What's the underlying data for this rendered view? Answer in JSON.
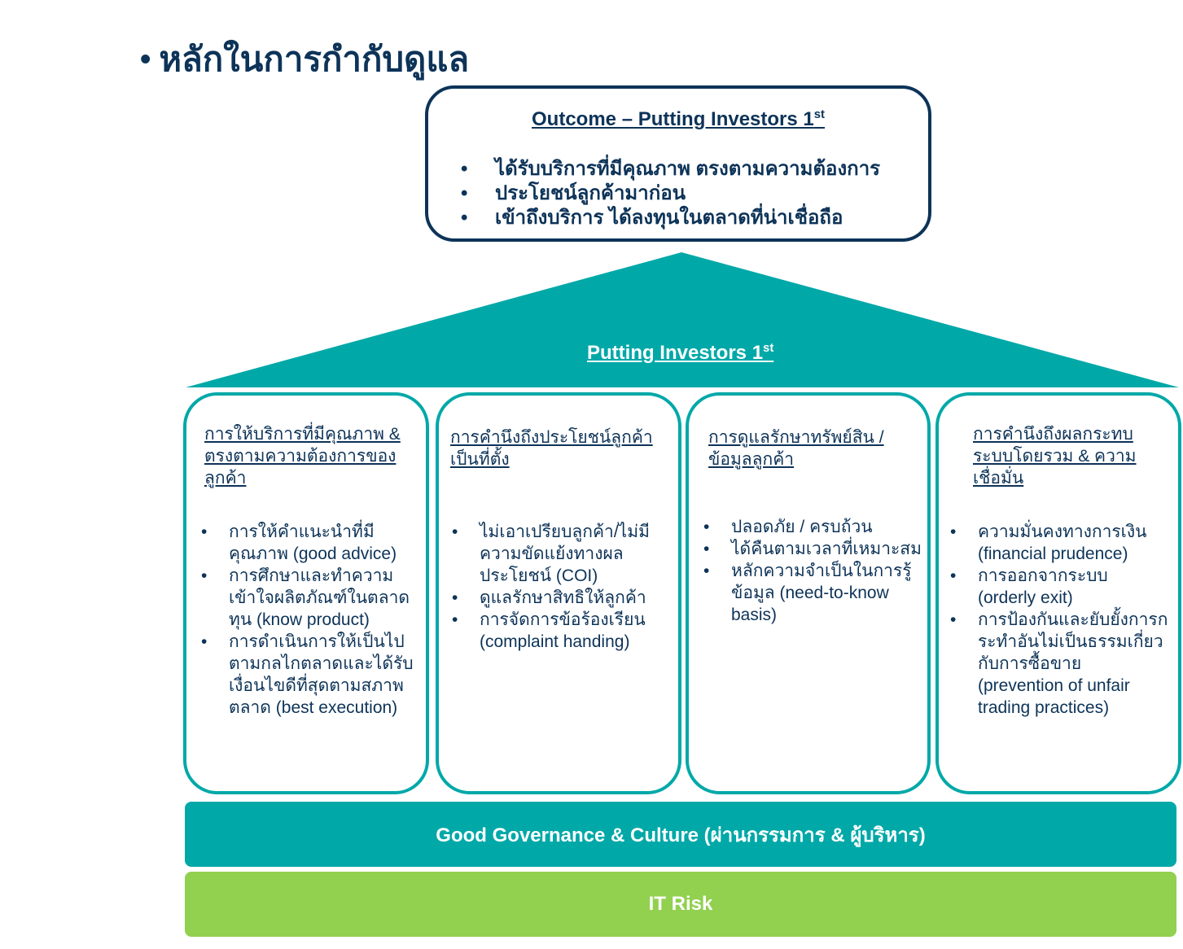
{
  "colors": {
    "navy": "#0d3358",
    "teal": "#00a8a8",
    "green": "#92d050"
  },
  "title": "หลักในการกำกับดูแล",
  "outcome": {
    "heading": "Outcome – Putting Investors 1",
    "heading_sup": "st",
    "items": [
      "ได้รับบริการที่มีคุณภาพ ตรงตามความต้องการ",
      "ประโยชน์ลูกค้ามาก่อน",
      "เข้าถึงบริการ ได้ลงทุนในตลาดที่น่าเชื่อถือ"
    ]
  },
  "roof": {
    "label": "Putting Investors 1",
    "label_sup": "st"
  },
  "pillars": [
    {
      "heading": "การให้บริการที่มีคุณภาพ & ตรงตามความต้องการของลูกค้า",
      "items": [
        "การให้คำแนะนำที่มีคุณภาพ (good advice)",
        "การศึกษาและทำความเข้าใจผลิตภัณฑ์ในตลาดทุน (know product)",
        "การดำเนินการให้เป็นไปตามกลไกตลาดและได้รับเงื่อนไขดีที่สุดตามสภาพตลาด (best execution)"
      ]
    },
    {
      "heading": "การคำนึงถึงประโยชน์ลูกค้าเป็นที่ตั้ง",
      "items": [
        "ไม่เอาเปรียบลูกค้า/ไม่มีความขัดแย้งทางผลประโยชน์ (COI)",
        "ดูแลรักษาสิทธิให้ลูกค้า",
        "การจัดการข้อร้องเรียน (complaint handing)"
      ]
    },
    {
      "heading": "การดูแลรักษาทรัพย์สิน / ข้อมูลลูกค้า",
      "items": [
        "ปลอดภัย / ครบถ้วน",
        "ได้คืนตามเวลาที่เหมาะสม",
        "หลักความจำเป็นในการรู้ข้อมูล (need-to-know basis)"
      ]
    },
    {
      "heading": "การคำนึงถึงผลกระทบระบบโดยรวม & ความเชื่อมั่น",
      "items": [
        "ความมั่นคงทางการเงิน (financial prudence)",
        "การออกจากระบบ (orderly exit)",
        "การป้องกันและยับยั้งการกระทำอันไม่เป็นธรรมเกี่ยวกับการซื้อขาย (prevention of unfair trading practices)"
      ]
    }
  ],
  "foundation": {
    "governance": "Good Governance & Culture (ผ่านกรรมการ & ผู้บริหาร)",
    "it_risk": "IT Risk"
  }
}
